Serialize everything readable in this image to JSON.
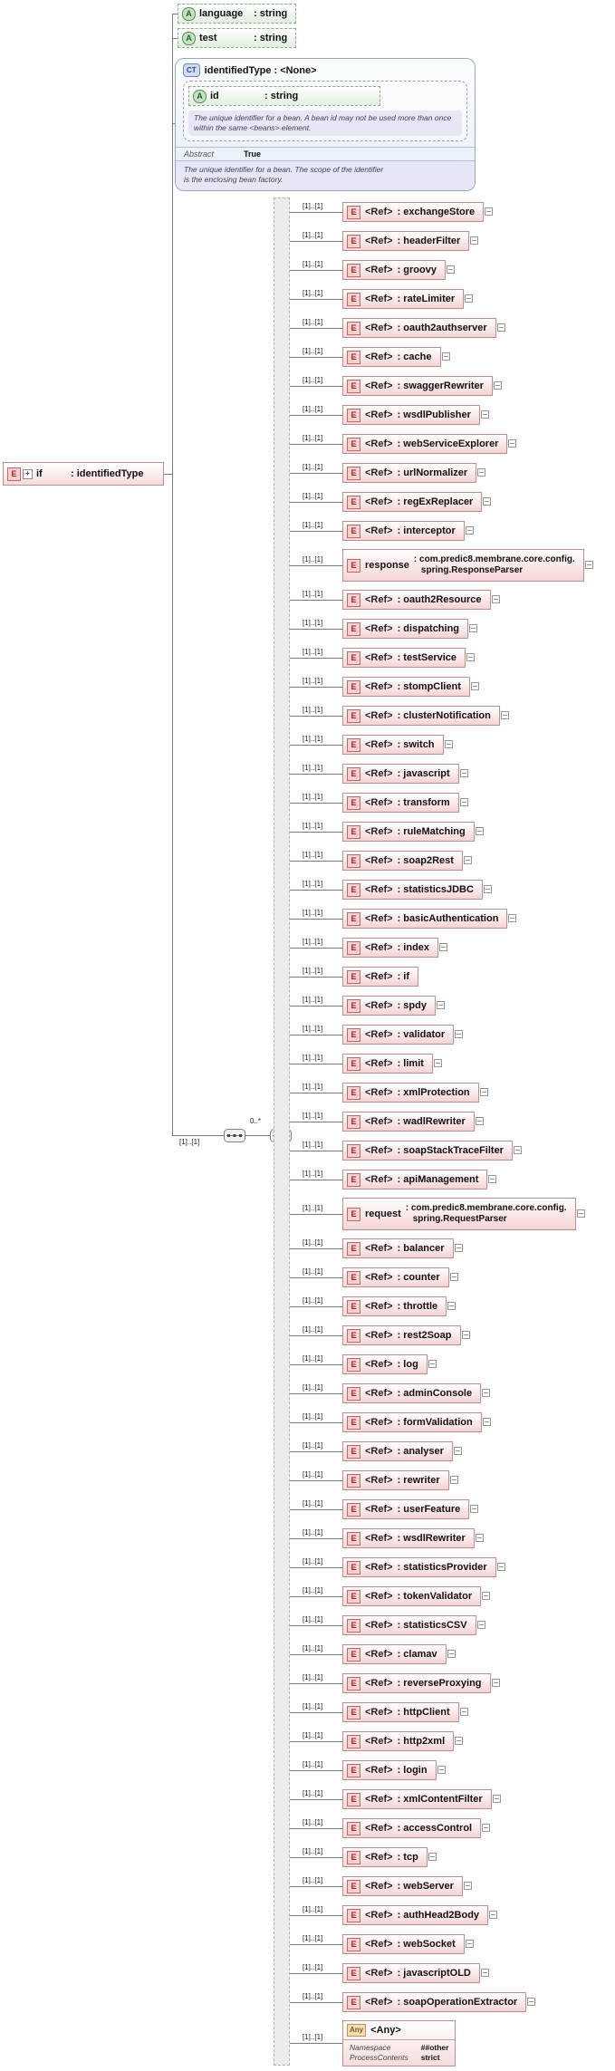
{
  "colors": {
    "element_fill": "#fbe7e7",
    "element_border": "#c08d8d",
    "attribute_fill": "#e0f0dd",
    "complex_type_fill": "#e4edf8",
    "complex_type_border": "#97a6c8",
    "documentation_fill": "#e6e6f5",
    "connector": "#7a7a7a"
  },
  "diagram": {
    "badges": {
      "element": "E",
      "attribute": "A",
      "complex_type": "CT",
      "any": "Any"
    },
    "ref_label": "<Ref>",
    "root": {
      "name": "if",
      "type": ": identifiedType"
    },
    "attributes": [
      {
        "name": "language",
        "type": ": string"
      },
      {
        "name": "test",
        "type": ": string"
      }
    ],
    "complex_type": {
      "title": "identifiedType : <None>",
      "attribute": {
        "name": "id",
        "type": ": string"
      },
      "attribute_doc": "The unique identifier for a bean. A bean id may not be used more than once\nwithin the same <beans> element.",
      "facet_label": "Abstract",
      "facet_value": "True",
      "doc": "The unique identifier for a bean. The scope of the identifier\nis the enclosing bean factory."
    },
    "compositor": {
      "occurs": "[1]..[1]",
      "multiplicity": "0..*"
    },
    "children": [
      {
        "occurs": "[1]..[1]",
        "name": ": exchangeStore"
      },
      {
        "occurs": "[1]..[1]",
        "name": ": headerFilter"
      },
      {
        "occurs": "[1]..[1]",
        "name": ": groovy"
      },
      {
        "occurs": "[1]..[1]",
        "name": ": rateLimiter"
      },
      {
        "occurs": "[1]..[1]",
        "name": ": oauth2authserver"
      },
      {
        "occurs": "[1]..[1]",
        "name": ": cache"
      },
      {
        "occurs": "[1]..[1]",
        "name": ": swaggerRewriter"
      },
      {
        "occurs": "[1]..[1]",
        "name": ": wsdlPublisher"
      },
      {
        "occurs": "[1]..[1]",
        "name": ": webServiceExplorer"
      },
      {
        "occurs": "[1]..[1]",
        "name": ": urlNormalizer"
      },
      {
        "occurs": "[1]..[1]",
        "name": ": regExReplacer"
      },
      {
        "occurs": "[1]..[1]",
        "name": ": interceptor"
      },
      {
        "occurs": "[1]..[1]",
        "kind": "named",
        "name": "response",
        "type1": ": com.predic8.membrane.core.config.",
        "type2": "spring.ResponseParser"
      },
      {
        "occurs": "[1]..[1]",
        "name": ": oauth2Resource"
      },
      {
        "occurs": "[1]..[1]",
        "name": ": dispatching"
      },
      {
        "occurs": "[1]..[1]",
        "name": ": testService"
      },
      {
        "occurs": "[1]..[1]",
        "name": ": stompClient"
      },
      {
        "occurs": "[1]..[1]",
        "name": ": clusterNotification"
      },
      {
        "occurs": "[1]..[1]",
        "name": ": switch"
      },
      {
        "occurs": "[1]..[1]",
        "name": ": javascript"
      },
      {
        "occurs": "[1]..[1]",
        "name": ": transform"
      },
      {
        "occurs": "[1]..[1]",
        "name": ": ruleMatching"
      },
      {
        "occurs": "[1]..[1]",
        "name": ": soap2Rest"
      },
      {
        "occurs": "[1]..[1]",
        "name": ": statisticsJDBC"
      },
      {
        "occurs": "[1]..[1]",
        "name": ": basicAuthentication"
      },
      {
        "occurs": "[1]..[1]",
        "name": ": index"
      },
      {
        "occurs": "[1]..[1]",
        "name": ": if",
        "expand": false
      },
      {
        "occurs": "[1]..[1]",
        "name": ": spdy"
      },
      {
        "occurs": "[1]..[1]",
        "name": ": validator"
      },
      {
        "occurs": "[1]..[1]",
        "name": ": limit"
      },
      {
        "occurs": "[1]..[1]",
        "name": ": xmlProtection"
      },
      {
        "occurs": "[1]..[1]",
        "name": ": wadlRewriter"
      },
      {
        "occurs": "[1]..[1]",
        "name": ": soapStackTraceFilter"
      },
      {
        "occurs": "[1]..[1]",
        "name": ": apiManagement"
      },
      {
        "occurs": "[1]..[1]",
        "kind": "named",
        "name": "request",
        "type1": ": com.predic8.membrane.core.config.",
        "type2": "spring.RequestParser"
      },
      {
        "occurs": "[1]..[1]",
        "name": ": balancer"
      },
      {
        "occurs": "[1]..[1]",
        "name": ": counter"
      },
      {
        "occurs": "[1]..[1]",
        "name": ": throttle"
      },
      {
        "occurs": "[1]..[1]",
        "name": ": rest2Soap"
      },
      {
        "occurs": "[1]..[1]",
        "name": ": log"
      },
      {
        "occurs": "[1]..[1]",
        "name": ": adminConsole"
      },
      {
        "occurs": "[1]..[1]",
        "name": ": formValidation"
      },
      {
        "occurs": "[1]..[1]",
        "name": ": analyser"
      },
      {
        "occurs": "[1]..[1]",
        "name": ": rewriter"
      },
      {
        "occurs": "[1]..[1]",
        "name": ": userFeature"
      },
      {
        "occurs": "[1]..[1]",
        "name": ": wsdlRewriter"
      },
      {
        "occurs": "[1]..[1]",
        "name": ": statisticsProvider"
      },
      {
        "occurs": "[1]..[1]",
        "name": ": tokenValidator"
      },
      {
        "occurs": "[1]..[1]",
        "name": ": statisticsCSV"
      },
      {
        "occurs": "[1]..[1]",
        "name": ": clamav"
      },
      {
        "occurs": "[1]..[1]",
        "name": ": reverseProxying"
      },
      {
        "occurs": "[1]..[1]",
        "name": ": httpClient"
      },
      {
        "occurs": "[1]..[1]",
        "name": ": http2xml"
      },
      {
        "occurs": "[1]..[1]",
        "name": ": login"
      },
      {
        "occurs": "[1]..[1]",
        "name": ": xmlContentFilter"
      },
      {
        "occurs": "[1]..[1]",
        "name": ": accessControl"
      },
      {
        "occurs": "[1]..[1]",
        "name": ": tcp"
      },
      {
        "occurs": "[1]..[1]",
        "name": ": webServer"
      },
      {
        "occurs": "[1]..[1]",
        "name": ": authHead2Body"
      },
      {
        "occurs": "[1]..[1]",
        "name": ": webSocket"
      },
      {
        "occurs": "[1]..[1]",
        "name": ": javascriptOLD"
      },
      {
        "occurs": "[1]..[1]",
        "name": ": soapOperationExtractor"
      },
      {
        "occurs": "[1]..[1]",
        "kind": "any",
        "name": "<Any>",
        "props": [
          {
            "key": "Namespace",
            "value": "##other"
          },
          {
            "key": "ProcessContents",
            "value": "strict"
          }
        ]
      }
    ]
  }
}
